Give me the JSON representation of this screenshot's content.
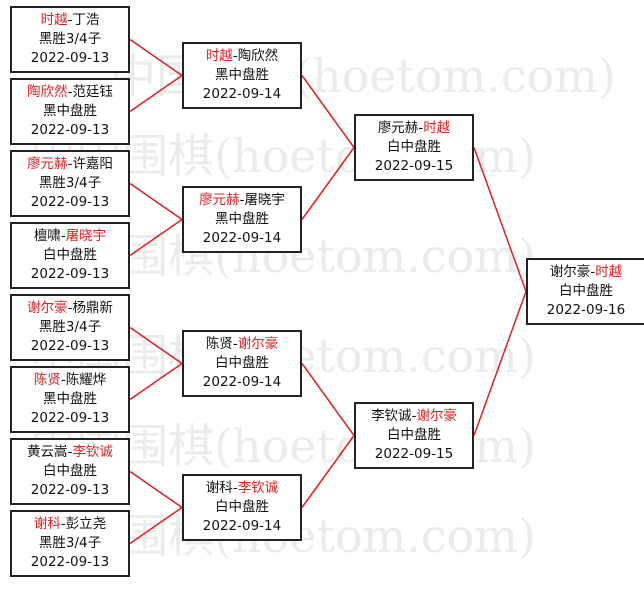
{
  "watermark": "中国围棋(hoetom.com)",
  "colors": {
    "line": "#e02020",
    "winner_name": "#e02020",
    "border": "#222222"
  },
  "rounds": [
    [
      {
        "p1": "时越",
        "p2": "丁浩",
        "winner": "p1",
        "result": "黑胜3/4子",
        "date": "2022-09-13"
      },
      {
        "p1": "陶欣然",
        "p2": "范廷钰",
        "winner": "p1",
        "result": "黑中盘胜",
        "date": "2022-09-13"
      },
      {
        "p1": "廖元赫",
        "p2": "许嘉阳",
        "winner": "p1",
        "result": "黑胜3/4子",
        "date": "2022-09-13"
      },
      {
        "p1": "檀啸",
        "p2": "屠晓宇",
        "winner": "p2",
        "result": "白中盘胜",
        "date": "2022-09-13"
      },
      {
        "p1": "谢尔豪",
        "p2": "杨鼎新",
        "winner": "p1",
        "result": "黑胜3/4子",
        "date": "2022-09-13"
      },
      {
        "p1": "陈贤",
        "p2": "陈耀烨",
        "winner": "p1",
        "result": "黑中盘胜",
        "date": "2022-09-13"
      },
      {
        "p1": "黄云嵩",
        "p2": "李钦诚",
        "winner": "p2",
        "result": "白中盘胜",
        "date": "2022-09-13"
      },
      {
        "p1": "谢科",
        "p2": "彭立尧",
        "winner": "p1",
        "result": "黑胜3/4子",
        "date": "2022-09-13"
      }
    ],
    [
      {
        "p1": "时越",
        "p2": "陶欣然",
        "winner": "p1",
        "result": "黑中盘胜",
        "date": "2022-09-14"
      },
      {
        "p1": "廖元赫",
        "p2": "屠晓宇",
        "winner": "p1",
        "result": "黑中盘胜",
        "date": "2022-09-14"
      },
      {
        "p1": "陈贤",
        "p2": "谢尔豪",
        "winner": "p2",
        "result": "白中盘胜",
        "date": "2022-09-14"
      },
      {
        "p1": "谢科",
        "p2": "李钦诚",
        "winner": "p2",
        "result": "白中盘胜",
        "date": "2022-09-14"
      }
    ],
    [
      {
        "p1": "廖元赫",
        "p2": "时越",
        "winner": "p2",
        "result": "白中盘胜",
        "date": "2022-09-15"
      },
      {
        "p1": "李钦诚",
        "p2": "谢尔豪",
        "winner": "p2",
        "result": "白中盘胜",
        "date": "2022-09-15"
      }
    ],
    [
      {
        "p1": "谢尔豪",
        "p2": "时越",
        "winner": "p2",
        "result": "白中盘胜",
        "date": "2022-09-16"
      }
    ]
  ]
}
